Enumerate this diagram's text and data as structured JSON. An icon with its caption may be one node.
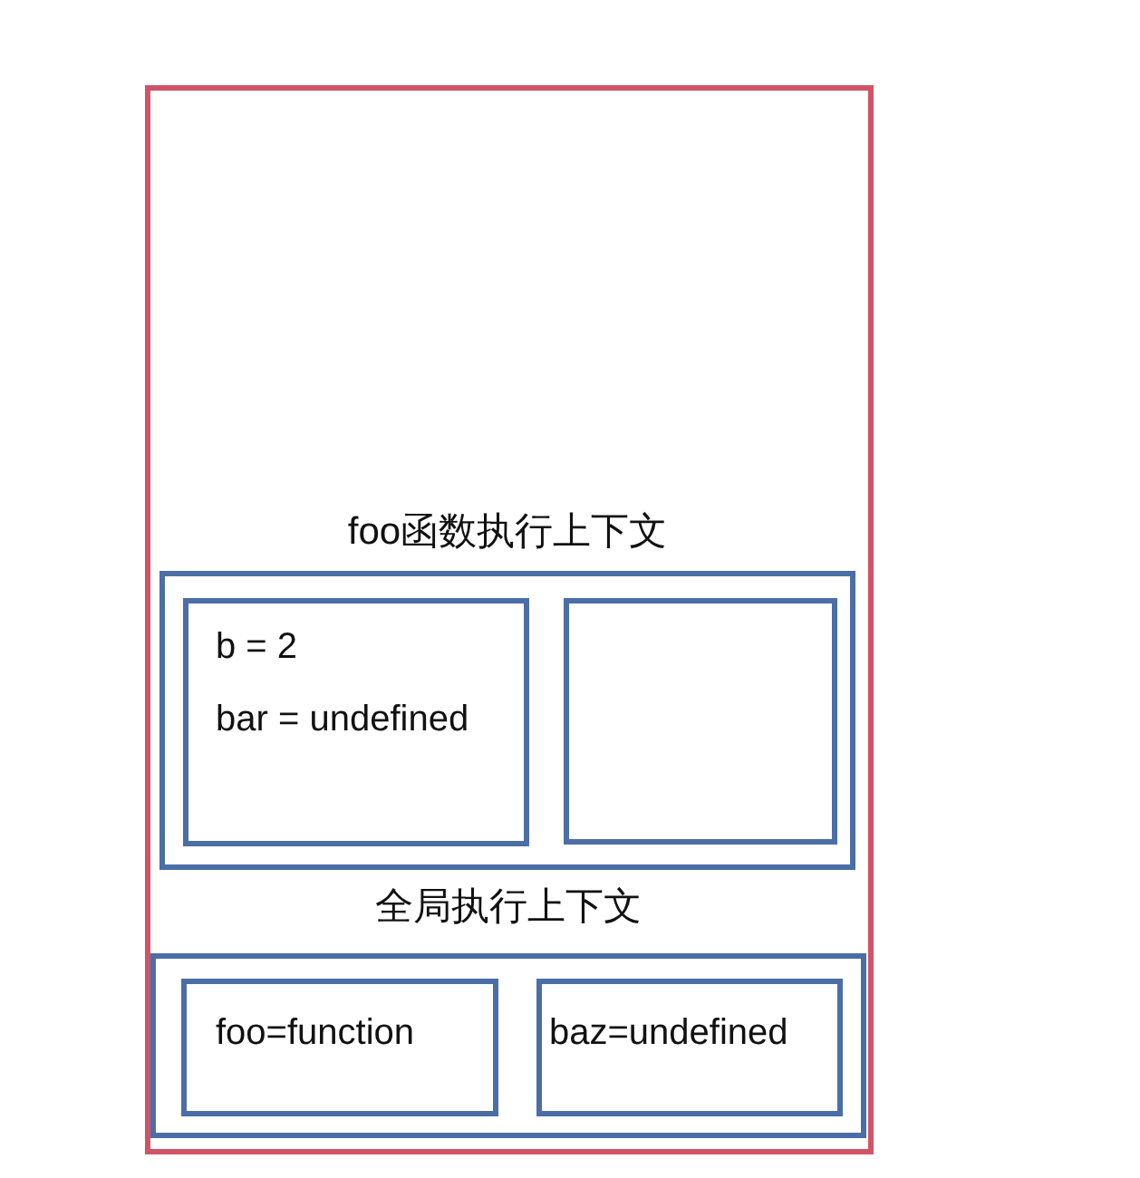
{
  "diagram": {
    "nodes": [
      {
        "text": [],
        "shape": "box"
      },
      {
        "text": [
          "foo函数执行上下文"
        ],
        "in": 0
      },
      {
        "text": [
          "b = 2",
          "bar = undefined"
        ],
        "in": 1
      },
      {
        "text": [],
        "shape": "box",
        "in": 1
      },
      {
        "text": [
          "全局执行上下文"
        ],
        "in": 0
      },
      {
        "text": [
          "foo=function"
        ],
        "in": 4
      },
      {
        "text": [
          "baz=undefined"
        ],
        "in": 4
      }
    ]
  }
}
